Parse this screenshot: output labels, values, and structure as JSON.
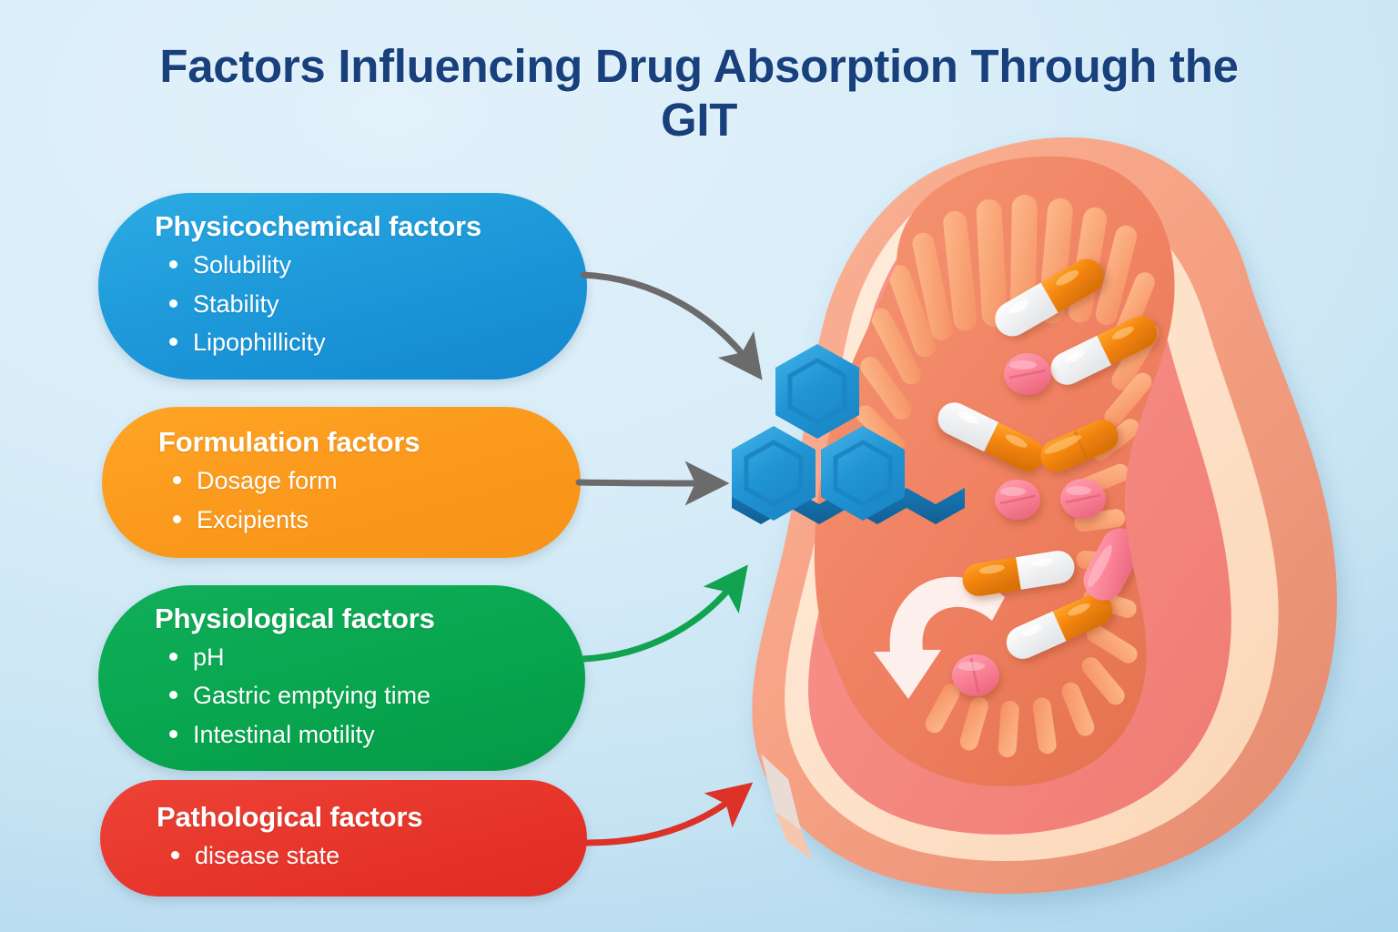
{
  "title": {
    "line1": "Factors Influencing Drug Absorption Through the",
    "line2": "GIT",
    "color": "#17407d"
  },
  "background": {
    "color_top_left": "#e2f1fa",
    "color_bottom_right": "#a8d4ec"
  },
  "cards": [
    {
      "id": "physicochemical",
      "title": "Physicochemical factors",
      "items": [
        "Solubility",
        "Stability",
        "Lipophillicity"
      ],
      "color": "#1e9ada",
      "arrow_color": "#6b6b6b"
    },
    {
      "id": "formulation",
      "title": "Formulation factors",
      "items": [
        "Dosage form",
        "Excipients"
      ],
      "color": "#fb9a1d",
      "arrow_color": "#6b6b6b"
    },
    {
      "id": "physiological",
      "title": "Physiological factors",
      "items": [
        "pH",
        "Gastric emptying time",
        "Intestinal motility"
      ],
      "color": "#09a750",
      "arrow_color": "#12a350"
    },
    {
      "id": "pathological",
      "title": "Pathological factors",
      "items": [
        "disease state"
      ],
      "color": "#e8372c",
      "arrow_color": "#dc3228"
    }
  ],
  "illustration": {
    "molecule": {
      "name": "hexagon-molecule",
      "hexagon_count": 3,
      "color": "#2094d4"
    },
    "stomach": {
      "name": "stomach-cross-section",
      "outer_wall_color": "#f3a183",
      "cream_layer_color": "#fcd9bb",
      "mucosa_color": "#f58178",
      "lumen_color": "#ef8765",
      "villi_color": "#f9a173",
      "motility_arrow_color": "#ffffff"
    },
    "drugs": {
      "capsule_orange": "#f5870f",
      "capsule_white": "#ffffff",
      "tablet_pink": "#fa8297",
      "tablet_count": 5,
      "capsule_count": 6
    }
  }
}
